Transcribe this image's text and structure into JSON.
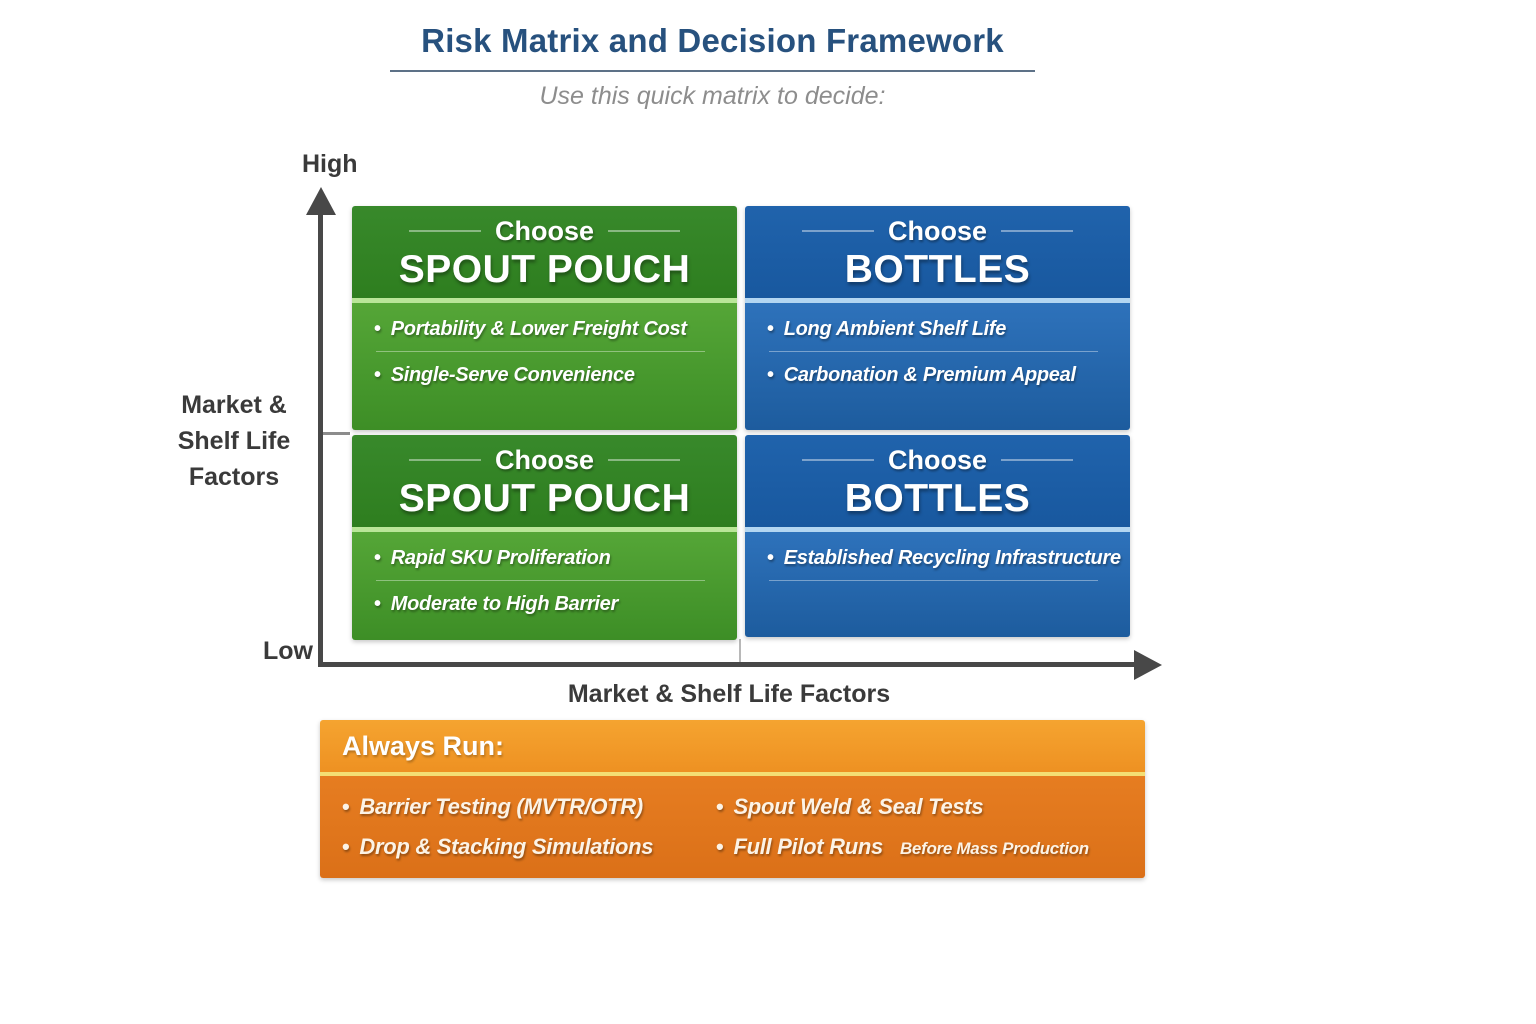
{
  "title": "Risk Matrix and Decision Framework",
  "subtitle": "Use this quick matrix to decide:",
  "axes": {
    "y_high": "High",
    "y_low": "Low",
    "y_label": "Market &\nShelf Life\nFactors",
    "x_label": "Market & Shelf Life Factors"
  },
  "glyphs": {
    "bullet": "•"
  },
  "quadrants": [
    {
      "position": "top-left",
      "color": "green",
      "choose": "Choose",
      "name": "SPOUT POUCH",
      "bullets": [
        "Portability & Lower Freight Cost",
        "Single-Serve Convenience"
      ]
    },
    {
      "position": "top-right",
      "color": "blue",
      "choose": "Choose",
      "name": "BOTTLES",
      "bullets": [
        "Long Ambient Shelf Life",
        "Carbonation & Premium Appeal"
      ]
    },
    {
      "position": "bottom-left",
      "color": "green",
      "choose": "Choose",
      "name": "SPOUT POUCH",
      "bullets": [
        "Rapid SKU Proliferation",
        "Moderate to High Barrier"
      ]
    },
    {
      "position": "bottom-right",
      "color": "blue",
      "choose": "Choose",
      "name": "BOTTLES",
      "bullets": [
        "Established Recycling Infrastructure"
      ]
    }
  ],
  "always_run": {
    "header": "Always Run:",
    "bullets_left": [
      "Barrier Testing (MVTR/OTR)",
      "Drop & Stacking Simulations"
    ],
    "bullets_right": [
      {
        "text": "Spout Weld & Seal Tests",
        "suffix": ""
      },
      {
        "text": "Full Pilot Runs",
        "suffix": "Before Mass Production"
      }
    ]
  },
  "colors": {
    "title_navy": "#27517e",
    "subtitle_gray": "#8d8d8d",
    "axis_gray": "#484848",
    "quadrant_green": "#3d8e26",
    "quadrant_green_header": "#2e7e1f",
    "quadrant_blue": "#1d5c9e",
    "quadrant_blue_header": "#18589f",
    "always_run_header_orange": "#f0991f",
    "always_run_body_orange": "#e0761e",
    "always_run_divider_yellow": "#f4df74",
    "text_white": "#ffffff"
  }
}
